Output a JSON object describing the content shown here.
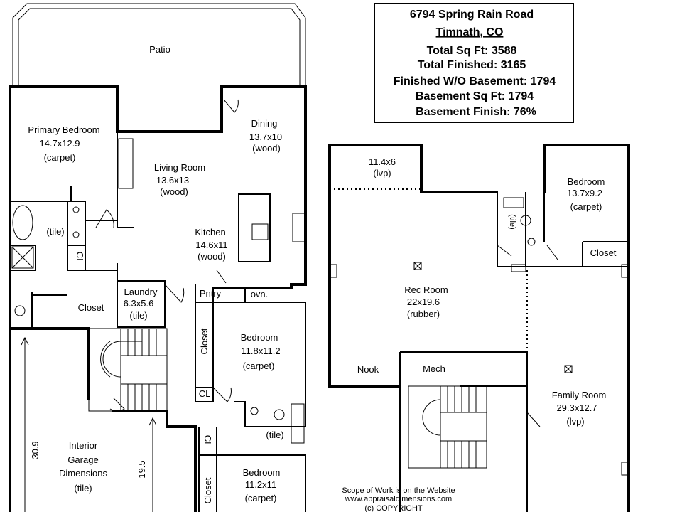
{
  "info_box": {
    "address": "6794 Spring Rain Road",
    "city": "Timnath, CO",
    "total_sqft": "Total Sq Ft:  3588",
    "total_finished": "Total Finished:  3165",
    "finished_wo_basement": "Finished W/O Basement:  1794",
    "basement_sqft": "Basement Sq Ft:  1794",
    "basement_finish": "Basement Finish:  76%"
  },
  "main_floor": {
    "patio": "Patio",
    "primary_bedroom": {
      "name": "Primary Bedroom",
      "dims": "14.7x12.9",
      "floor": "(carpet)"
    },
    "primary_bath": {
      "floor": "(tile)"
    },
    "primary_cl": "CL",
    "primary_closet": "Closet",
    "living_room": {
      "name": "Living Room",
      "dims": "13.6x13",
      "floor": "(wood)"
    },
    "dining": {
      "name": "Dining",
      "dims": "13.7x10",
      "floor": "(wood)"
    },
    "kitchen": {
      "name": "Kitchen",
      "dims": "14.6x11",
      "floor": "(wood)"
    },
    "pantry": "Pntry",
    "oven": "ovn.",
    "laundry": {
      "name": "Laundry",
      "dims": "6.3x5.6",
      "floor": "(tile)"
    },
    "bedroom2": {
      "name": "Bedroom",
      "dims": "11.8x11.2",
      "floor": "(carpet)",
      "closet": "Closet",
      "cl": "CL"
    },
    "hall_bath": {
      "floor": "(tile)",
      "cl": "CL"
    },
    "bedroom3": {
      "name": "Bedroom",
      "dims": "11.2x11",
      "floor": "(carpet)",
      "closet": "Closet"
    },
    "garage": {
      "line1": "Interior",
      "line2": "Garage",
      "line3": "Dimensions",
      "floor": "(tile)",
      "dim_long": "30.9",
      "dim_short": "19.5"
    }
  },
  "basement": {
    "storage": {
      "dims": "11.4x6",
      "floor": "(lvp)"
    },
    "bedroom": {
      "name": "Bedroom",
      "dims": "13.7x9.2",
      "floor": "(carpet)",
      "closet": "Closet"
    },
    "bath": {
      "floor": "(tile)"
    },
    "rec_room": {
      "name": "Rec Room",
      "dims": "22x19.6",
      "floor": "(rubber)"
    },
    "nook": "Nook",
    "mech": "Mech",
    "family_room": {
      "name": "Family Room",
      "dims": "29.3x12.7",
      "floor": "(lvp)"
    }
  },
  "footer": {
    "scope": "Scope of Work is on the Website",
    "website": "www.appraisaldimensions.com",
    "copyright": "(c) COPYRIGHT"
  }
}
